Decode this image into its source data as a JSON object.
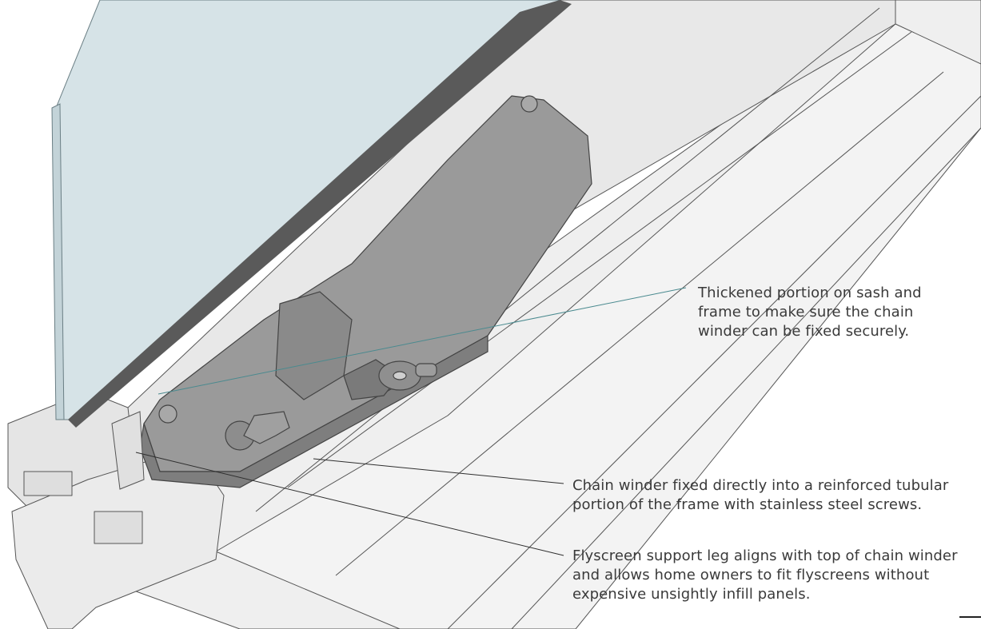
{
  "callouts": {
    "thickened_portion": {
      "lines": [
        "Thickened portion on sash and",
        "frame to make sure the chain",
        "winder can be fixed securely."
      ]
    },
    "chain_winder_fixed": {
      "lines": [
        "Chain winder fixed directly into a reinforced tubular",
        "portion of the frame with stainless steel screws."
      ]
    },
    "flyscreen_leg": {
      "lines": [
        "Flyscreen support leg aligns with top of chain winder",
        "and allows home owners to fit flyscreens without",
        "expensive unsightly infill panels."
      ]
    }
  },
  "colors": {
    "glass": "#d6e3e7",
    "frame": "#ececec",
    "frame_shadow": "#c9c9c9",
    "winder_body": "#8f8f8f",
    "winder_dark": "#6e6e6e",
    "leader_line_teal": "#4a8a8f",
    "leader_line_dark": "#2f2f2f",
    "seal_strip": "#5a5a5a"
  }
}
